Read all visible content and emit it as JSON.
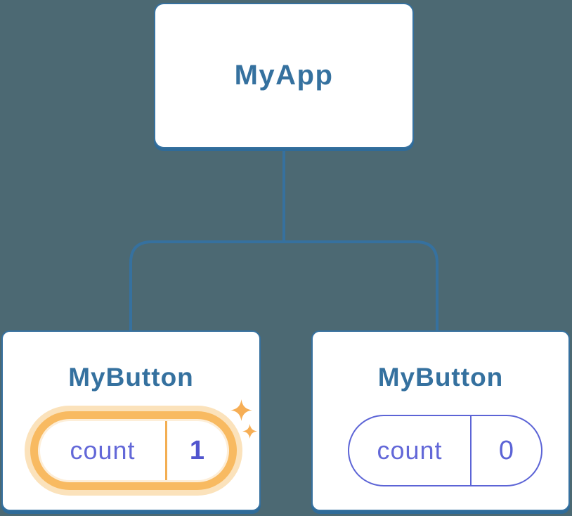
{
  "diagram": {
    "kind": "react-component-tree",
    "nodes": {
      "app": {
        "title": "MyApp"
      },
      "left_button": {
        "title": "MyButton",
        "state_label": "count",
        "state_value": "1",
        "highlighted": true
      },
      "right_button": {
        "title": "MyButton",
        "state_label": "count",
        "state_value": "0",
        "highlighted": false
      }
    },
    "colors": {
      "background": "#4C6973",
      "connector_blue": "#36719F",
      "card_border_blue": "#36719F",
      "card_shadow_blue": "#2F6B99",
      "title_blue": "#35719F",
      "state_purple": "#5C64D6",
      "state_value_bold_purple": "#5155CE",
      "highlight_orange": "#F8BA61",
      "highlight_glow": "#FBE2BB",
      "sparkle_orange": "#F6AE55"
    }
  }
}
